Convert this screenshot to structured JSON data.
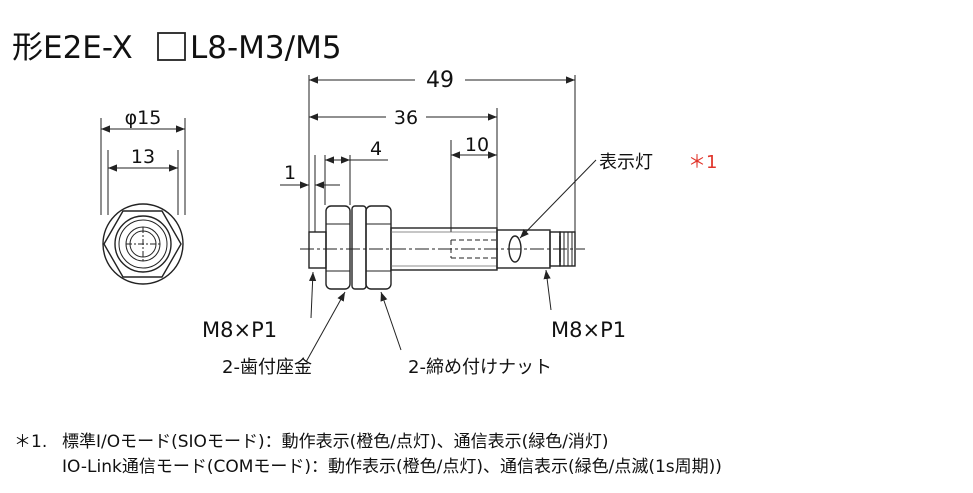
{
  "title": {
    "prefix": "形E2E-X",
    "suffix": "L8-M3/M5"
  },
  "dimensions": {
    "overall_length": "49",
    "thread_length": "36",
    "tail_thread": "10",
    "nut_width": "4",
    "tip": "1",
    "diameter": "φ15",
    "across_flats": "13"
  },
  "labels": {
    "indicator": "表示灯",
    "indicator_ref": "＊1",
    "thread_left": "M8×P1",
    "thread_right": "M8×P1",
    "washer": "2-歯付座金",
    "nut": "2-締め付けナット"
  },
  "notes": {
    "note1_marker": "＊1.",
    "note1_line1": "標準I/Oモード(SIOモード)：動作表示(橙色/点灯)、通信表示(緑色/消灯)",
    "note1_line2": "IO-Link通信モード(COMモード)：動作表示(橙色/点灯)、通信表示(緑色/点滅(1s周期))"
  },
  "colors": {
    "accent_red": "#e0352b",
    "line": "#222222"
  }
}
